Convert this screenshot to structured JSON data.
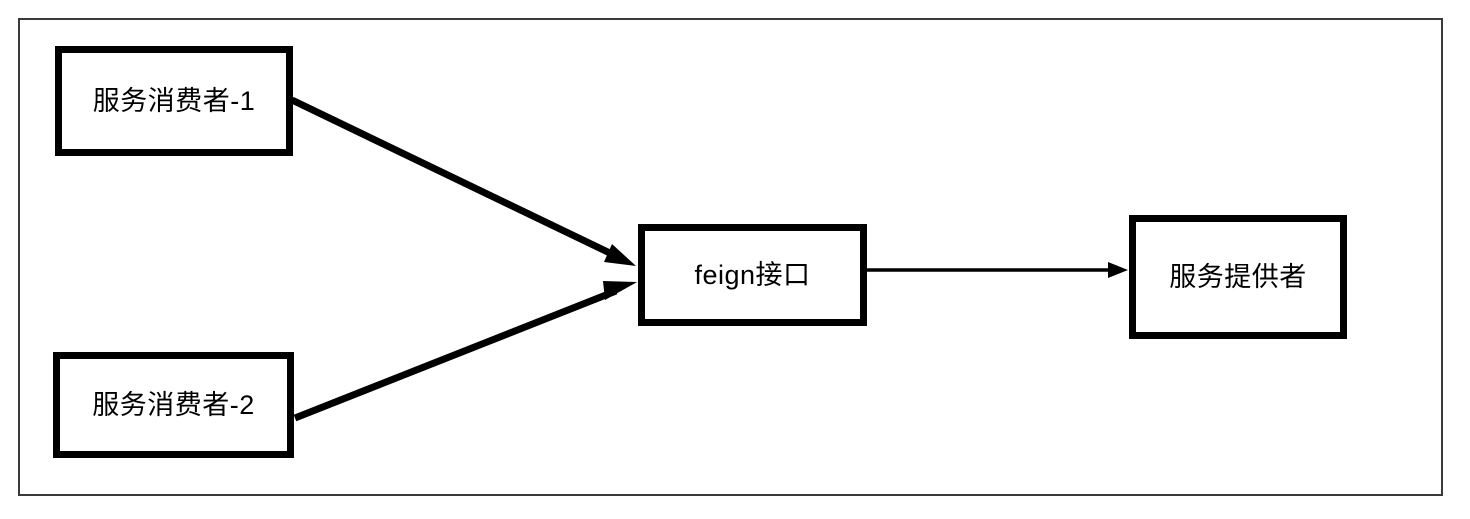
{
  "diagram": {
    "title": "feign interface architecture diagram",
    "background_color": "#ffffff",
    "frame": {
      "border_color": "#3a3a3a",
      "fill_color": "#ffffff"
    },
    "node_style": {
      "border_color": "#000000",
      "fill_color": "#ffffff",
      "text_color": "#000000"
    },
    "nodes": [
      {
        "id": "consumer-1",
        "label": "服务消费者-1"
      },
      {
        "id": "consumer-2",
        "label": "服务消费者-2"
      },
      {
        "id": "feign",
        "label": "feign接口"
      },
      {
        "id": "provider",
        "label": "服务提供者"
      }
    ],
    "edges": [
      {
        "id": "consumer-1-to-feign",
        "from": "consumer-1",
        "to": "feign",
        "label": "",
        "style": "thick-arrow",
        "color": "#000000"
      },
      {
        "id": "consumer-2-to-feign",
        "from": "consumer-2",
        "to": "feign",
        "label": "",
        "style": "thick-arrow",
        "color": "#000000"
      },
      {
        "id": "feign-to-provider",
        "from": "feign",
        "to": "provider",
        "label": "",
        "style": "thin-arrow",
        "color": "#000000"
      }
    ]
  }
}
